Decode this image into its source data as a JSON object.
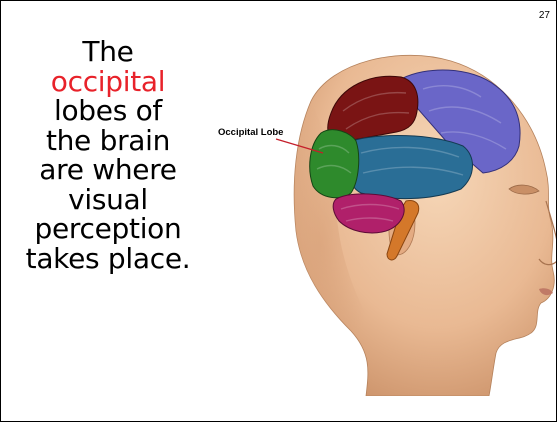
{
  "slide": {
    "page_number": "27",
    "caption_lines": [
      "The",
      "occipital",
      "lobes of",
      "the brain",
      "are where",
      "visual",
      "perception",
      "takes place."
    ],
    "highlight_color": "#e8222a",
    "figure": {
      "callout_label": "Occipital Lobe",
      "lobes": [
        {
          "name": "frontal lobe",
          "color": "#6a66c8"
        },
        {
          "name": "parietal lobe",
          "color": "#7a1414"
        },
        {
          "name": "temporal lobe",
          "color": "#2a6e96"
        },
        {
          "name": "occipital lobe",
          "color": "#2e8a2c"
        },
        {
          "name": "cerebellum",
          "color": "#b0206a"
        },
        {
          "name": "brain stem",
          "color": "#d4782a"
        }
      ]
    }
  }
}
